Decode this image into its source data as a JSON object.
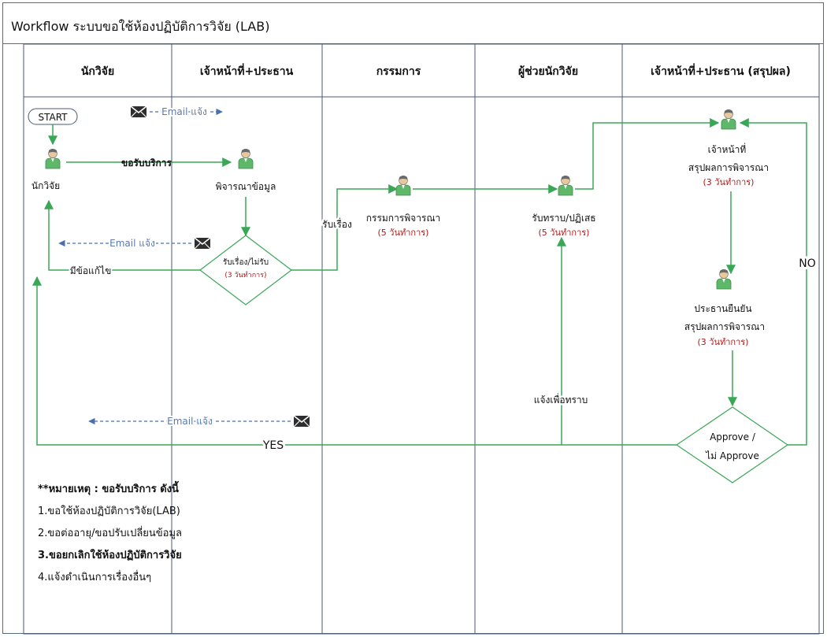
{
  "title": "Workflow ระบบขอใช้ห้องปฏิบัติการวิจัย (LAB)",
  "lanes": [
    {
      "header": "นักวิจัย"
    },
    {
      "header": "เจ้าหน้าที่+ประธาน"
    },
    {
      "header": "กรรมการ"
    },
    {
      "header": "ผู้ช่วยนักวิจัย"
    },
    {
      "header": "เจ้าหน้าที่+ประธาน (สรุปผล)"
    }
  ],
  "nodes": {
    "start": "START",
    "researcher": "นักวิจัย",
    "review_data": "พิจารณาข้อมูล",
    "decision1": {
      "line1": "รับเรื่อง/ไม่รับ",
      "line2": "(3 วันทำการ)"
    },
    "committee": {
      "line1": "กรรมการพิจารณา",
      "line2": "(5 วันทำการ)"
    },
    "assistant": {
      "line1": "รับทราบ/ปฏิเสธ",
      "line2": "(5 วันทำการ)"
    },
    "officer": {
      "line1": "เจ้าหน้าที่",
      "line2": "สรุปผลการพิจารณา",
      "line3": "(3 วันทำการ)"
    },
    "chair": {
      "line1": "ประธานยืนยัน",
      "line2": "สรุปผลการพิจารณา",
      "line3": "(3 วันทำการ)"
    },
    "decision2": {
      "line1": "Approve /",
      "line2": "ไม่ Approve"
    }
  },
  "edges": {
    "request_service": "ขอรับบริการ",
    "needs_fix": "มีข้อแก้ไข",
    "accept": "รับเรื่อง",
    "notify": "แจ้งเพื่อทราบ",
    "yes": "YES",
    "no": "NO"
  },
  "emails": {
    "top": "Email แจ้ง",
    "middle": "Email แจ้ง",
    "bottom": "Email แจ้ง"
  },
  "notes": {
    "heading": "**หมายเหตุ : ขอรับบริการ ดังนี้",
    "items": [
      "1.ขอใช้ห้องปฏิบัติการวิจัย(LAB)",
      "2.ขอต่ออายุ/ขอปรับเปลี่ยนข้อมูล",
      "3.ขอยกเลิกใช้ห้องปฏิบัติการวิจัย",
      "4.แจ้งดำเนินการเรื่องอื่นๆ"
    ]
  },
  "colors": {
    "flow": "#3aa757",
    "email": "#4a6fb0",
    "lane_line": "#4a5a74",
    "duration": "#b01818"
  },
  "icons": [
    "person-icon",
    "envelope-icon"
  ]
}
